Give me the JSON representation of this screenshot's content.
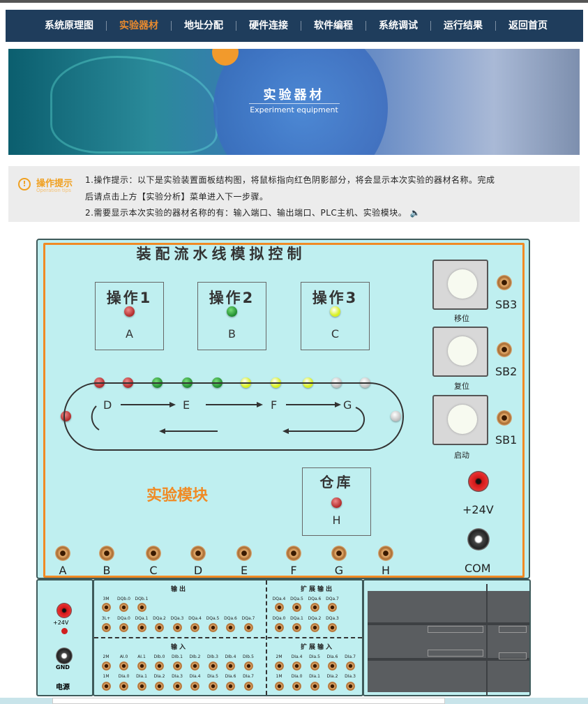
{
  "nav": {
    "items": [
      "系统原理图",
      "实验器材",
      "地址分配",
      "硬件连接",
      "软件编程",
      "系统调试",
      "运行结果",
      "返回首页"
    ],
    "active": 1
  },
  "banner": {
    "title": "实验器材",
    "subtitle": "Experiment equipment"
  },
  "tip": {
    "title": "操作提示",
    "subtitle": "Operation tips",
    "icon": "exclamation-icon",
    "line1": "1.操作提示：以下是实验装置面板结构图，将鼠标指向红色阴影部分，将会显示本次实验的器材名称。完成",
    "line2": "后请点击上方【实验分析】菜单进入下一步骤。",
    "line3": "2.需要显示本次实验的器材名称的有：输入端口、输出端口、PLC主机、实验模块。",
    "speaker_icon": "🔈"
  },
  "board": {
    "title": "装配流水线模拟控制",
    "module_label": "实验模块",
    "ops": [
      {
        "title": "操作1",
        "letter": "A",
        "light": "red"
      },
      {
        "title": "操作2",
        "letter": "B",
        "light": "green"
      },
      {
        "title": "操作3",
        "letter": "C",
        "light": "yellow"
      }
    ],
    "conveyor_lights": [
      "red",
      "red",
      "green",
      "green",
      "green",
      "yellow",
      "yellow",
      "yellow",
      "gray",
      "gray"
    ],
    "loop_left_light": "red",
    "loop_right_light": "gray",
    "loop_letters": [
      "D",
      "E",
      "F",
      "G"
    ],
    "warehouse": {
      "title": "仓库",
      "letter": "H",
      "light": "red"
    },
    "buttons": [
      {
        "label": "移位",
        "sb": "SB3"
      },
      {
        "label": "复位",
        "sb": "SB2"
      },
      {
        "label": "启动",
        "sb": "SB1"
      }
    ],
    "power_plus": "+24V",
    "power_com": "COM",
    "jack_letters": [
      "A",
      "B",
      "C",
      "D",
      "E",
      "F",
      "G",
      "H"
    ]
  },
  "power": {
    "plus": "+24V",
    "gnd": "GND",
    "title": "电源"
  },
  "terminals": {
    "output_title": "输出",
    "input_title": "输入",
    "ext_output_title": "扩展输出",
    "ext_input_title": "扩展输入",
    "output_row1": [
      "3M",
      "DQb.0",
      "DQb.1"
    ],
    "output_row2": [
      "3L+",
      "DQa.0",
      "DQa.1",
      "DQa.2",
      "DQa.3",
      "DQa.4",
      "DQa.5",
      "DQa.6",
      "DQa.7"
    ],
    "input_row1": [
      "2M",
      "AI.0",
      "AI.1",
      "DIb.0",
      "DIb.1",
      "DIb.2",
      "DIb.3",
      "DIb.4",
      "DIb.5"
    ],
    "input_row2": [
      "1M",
      "DIa.0",
      "DIa.1",
      "DIa.2",
      "DIa.3",
      "DIa.4",
      "DIa.5",
      "DIa.6",
      "DIa.7"
    ],
    "ext_output_row1": [
      "DQa.4",
      "DQa.5",
      "DQa.6",
      "DQa.7"
    ],
    "ext_output_row2": [
      "DQa.0",
      "DQa.1",
      "DQa.2",
      "DQa.3"
    ],
    "ext_input_row1": [
      "2M",
      "DIa.4",
      "DIa.5",
      "DIa.6",
      "DIa.7"
    ],
    "ext_input_row2": [
      "1M",
      "DIa.0",
      "DIa.1",
      "DIa.2",
      "DIa.3"
    ]
  }
}
